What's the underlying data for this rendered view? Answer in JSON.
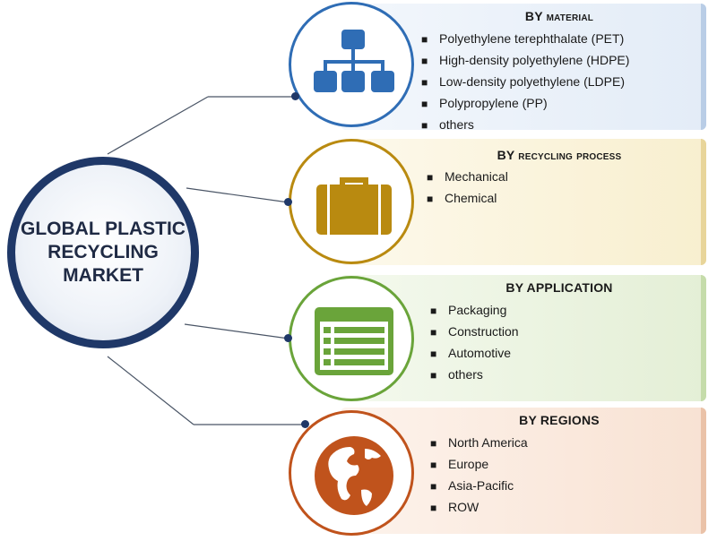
{
  "center": {
    "title": "GLOBAL PLASTIC\nRECYCLING\nMARKET"
  },
  "segments": [
    {
      "title_prefix": "BY ",
      "title_rest": "material",
      "items": [
        "Polyethylene terephthalate (PET)",
        "High-density polyethylene (HDPE)",
        "Low-density polyethylene (LDPE)",
        "Polypropylene (PP)",
        "others"
      ],
      "icon": "hierarchy-icon",
      "colors": {
        "accent": "#2f6db5",
        "panel": "#e6eef8",
        "edge": "#b9cde6"
      }
    },
    {
      "title_prefix": "BY ",
      "title_rest": "recycling process",
      "items": [
        "Mechanical",
        "Chemical"
      ],
      "icon": "briefcase-icon",
      "colors": {
        "accent": "#b98a10",
        "panel": "#fbf3da",
        "edge": "#e8d59a"
      }
    },
    {
      "title_prefix": "BY APPLICATION",
      "title_rest": "",
      "items": [
        "Packaging",
        "Construction",
        "Automotive",
        "others"
      ],
      "icon": "form-list-icon",
      "colors": {
        "accent": "#6aa43a",
        "panel": "#eaf3e0",
        "edge": "#c5dcaa"
      }
    },
    {
      "title_prefix": "BY REGIONS",
      "title_rest": "",
      "items": [
        "North America",
        "Europe",
        "Asia-Pacific",
        "ROW"
      ],
      "icon": "globe-icon",
      "colors": {
        "accent": "#c0531c",
        "panel": "#fbe8dc",
        "edge": "#eac2a8"
      }
    }
  ],
  "connector_color": "#4a5566"
}
